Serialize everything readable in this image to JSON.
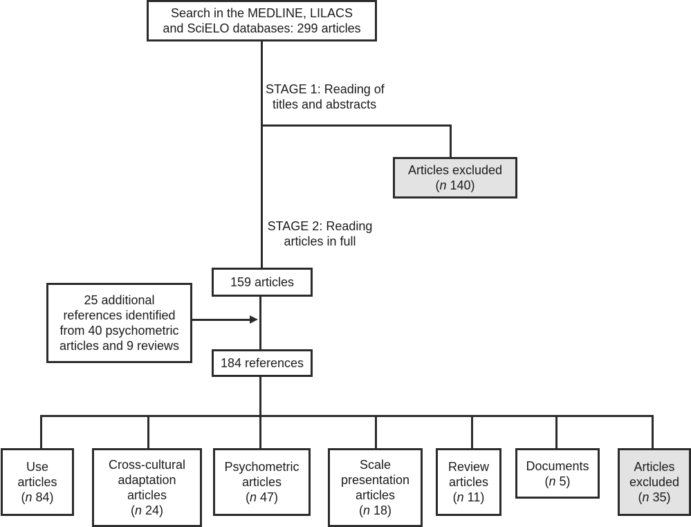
{
  "search": {
    "line1": "Search in the MEDLINE, LILACS",
    "line2": "and SciELO databases: 299 articles"
  },
  "stage1": {
    "line1": "STAGE 1: Reading of",
    "line2": "titles and abstracts"
  },
  "excluded_stage1": {
    "line1": "Articles excluded",
    "n_label": "n",
    "n_value": " 140",
    "open": "(",
    "close": ")"
  },
  "stage2": {
    "line1": "STAGE  2: Reading",
    "line2": "articles in full"
  },
  "after_stage2": {
    "label": "159 articles"
  },
  "additional": {
    "line1": "25 additional",
    "line2": "references identified",
    "line3": "from 40 psychometric",
    "line4": "articles and 9 reviews"
  },
  "total_refs": {
    "label": "184 references"
  },
  "categories": [
    {
      "lines": [
        "Use",
        "articles"
      ],
      "n": " 84"
    },
    {
      "lines": [
        "Cross-cultural",
        "adaptation",
        "articles"
      ],
      "n": " 24"
    },
    {
      "lines": [
        "Psychometric",
        "articles"
      ],
      "n": " 47"
    },
    {
      "lines": [
        "Scale",
        "presentation",
        "articles"
      ],
      "n": " 18"
    },
    {
      "lines": [
        "Review",
        "articles"
      ],
      "n": " 11"
    },
    {
      "lines": [
        "Documents"
      ],
      "n": " 5"
    },
    {
      "lines": [
        "Articles",
        "excluded"
      ],
      "n": " 35"
    }
  ],
  "n_symbol": "n",
  "colors": {
    "excluded_fill": "#e3e3e3",
    "line": "#2b2b2b"
  }
}
